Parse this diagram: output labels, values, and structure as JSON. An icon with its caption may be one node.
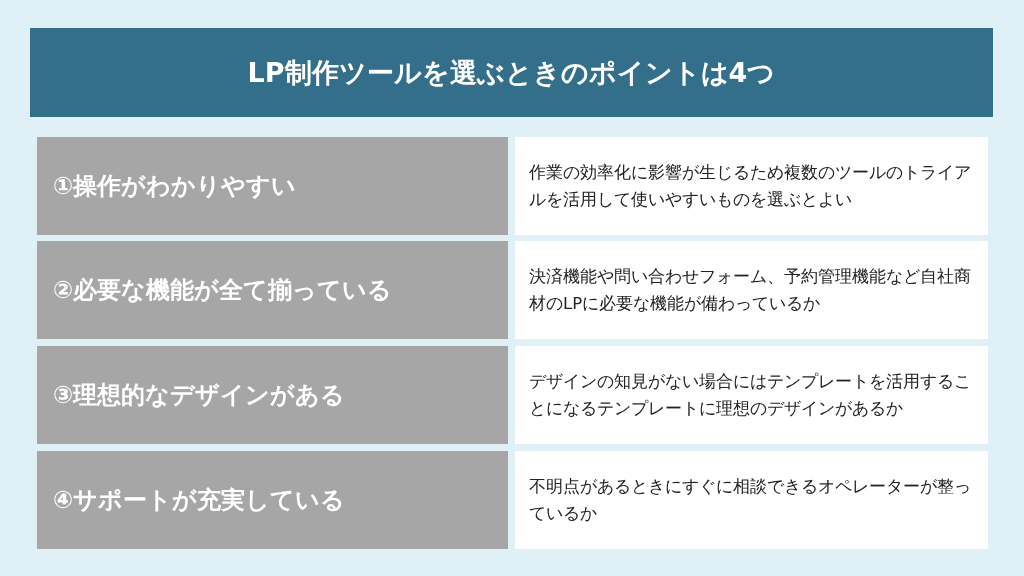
{
  "diagram": {
    "title": "LP制作ツールを選ぶときのポイントは4つ",
    "labels": [
      "①操作がわかりやすい",
      "作業の効率化に影響が生じるため複数のツールのトライアルを活用して使いやすいものを選ぶとよい",
      "②必要な機能が全て揃っている",
      "決済機能や問い合わせフォーム、予約管理機能など自社商材のLPに必要な機能が備わっているか",
      "③理想的なデザインがある",
      "デザインの知見がない場合にはテンプレートを活用することになるテンプレートに理想のデザインがあるか",
      "④サポートが充実している",
      "不明点があるときにすぐに相談できるオペレーターが整っているか"
    ]
  }
}
